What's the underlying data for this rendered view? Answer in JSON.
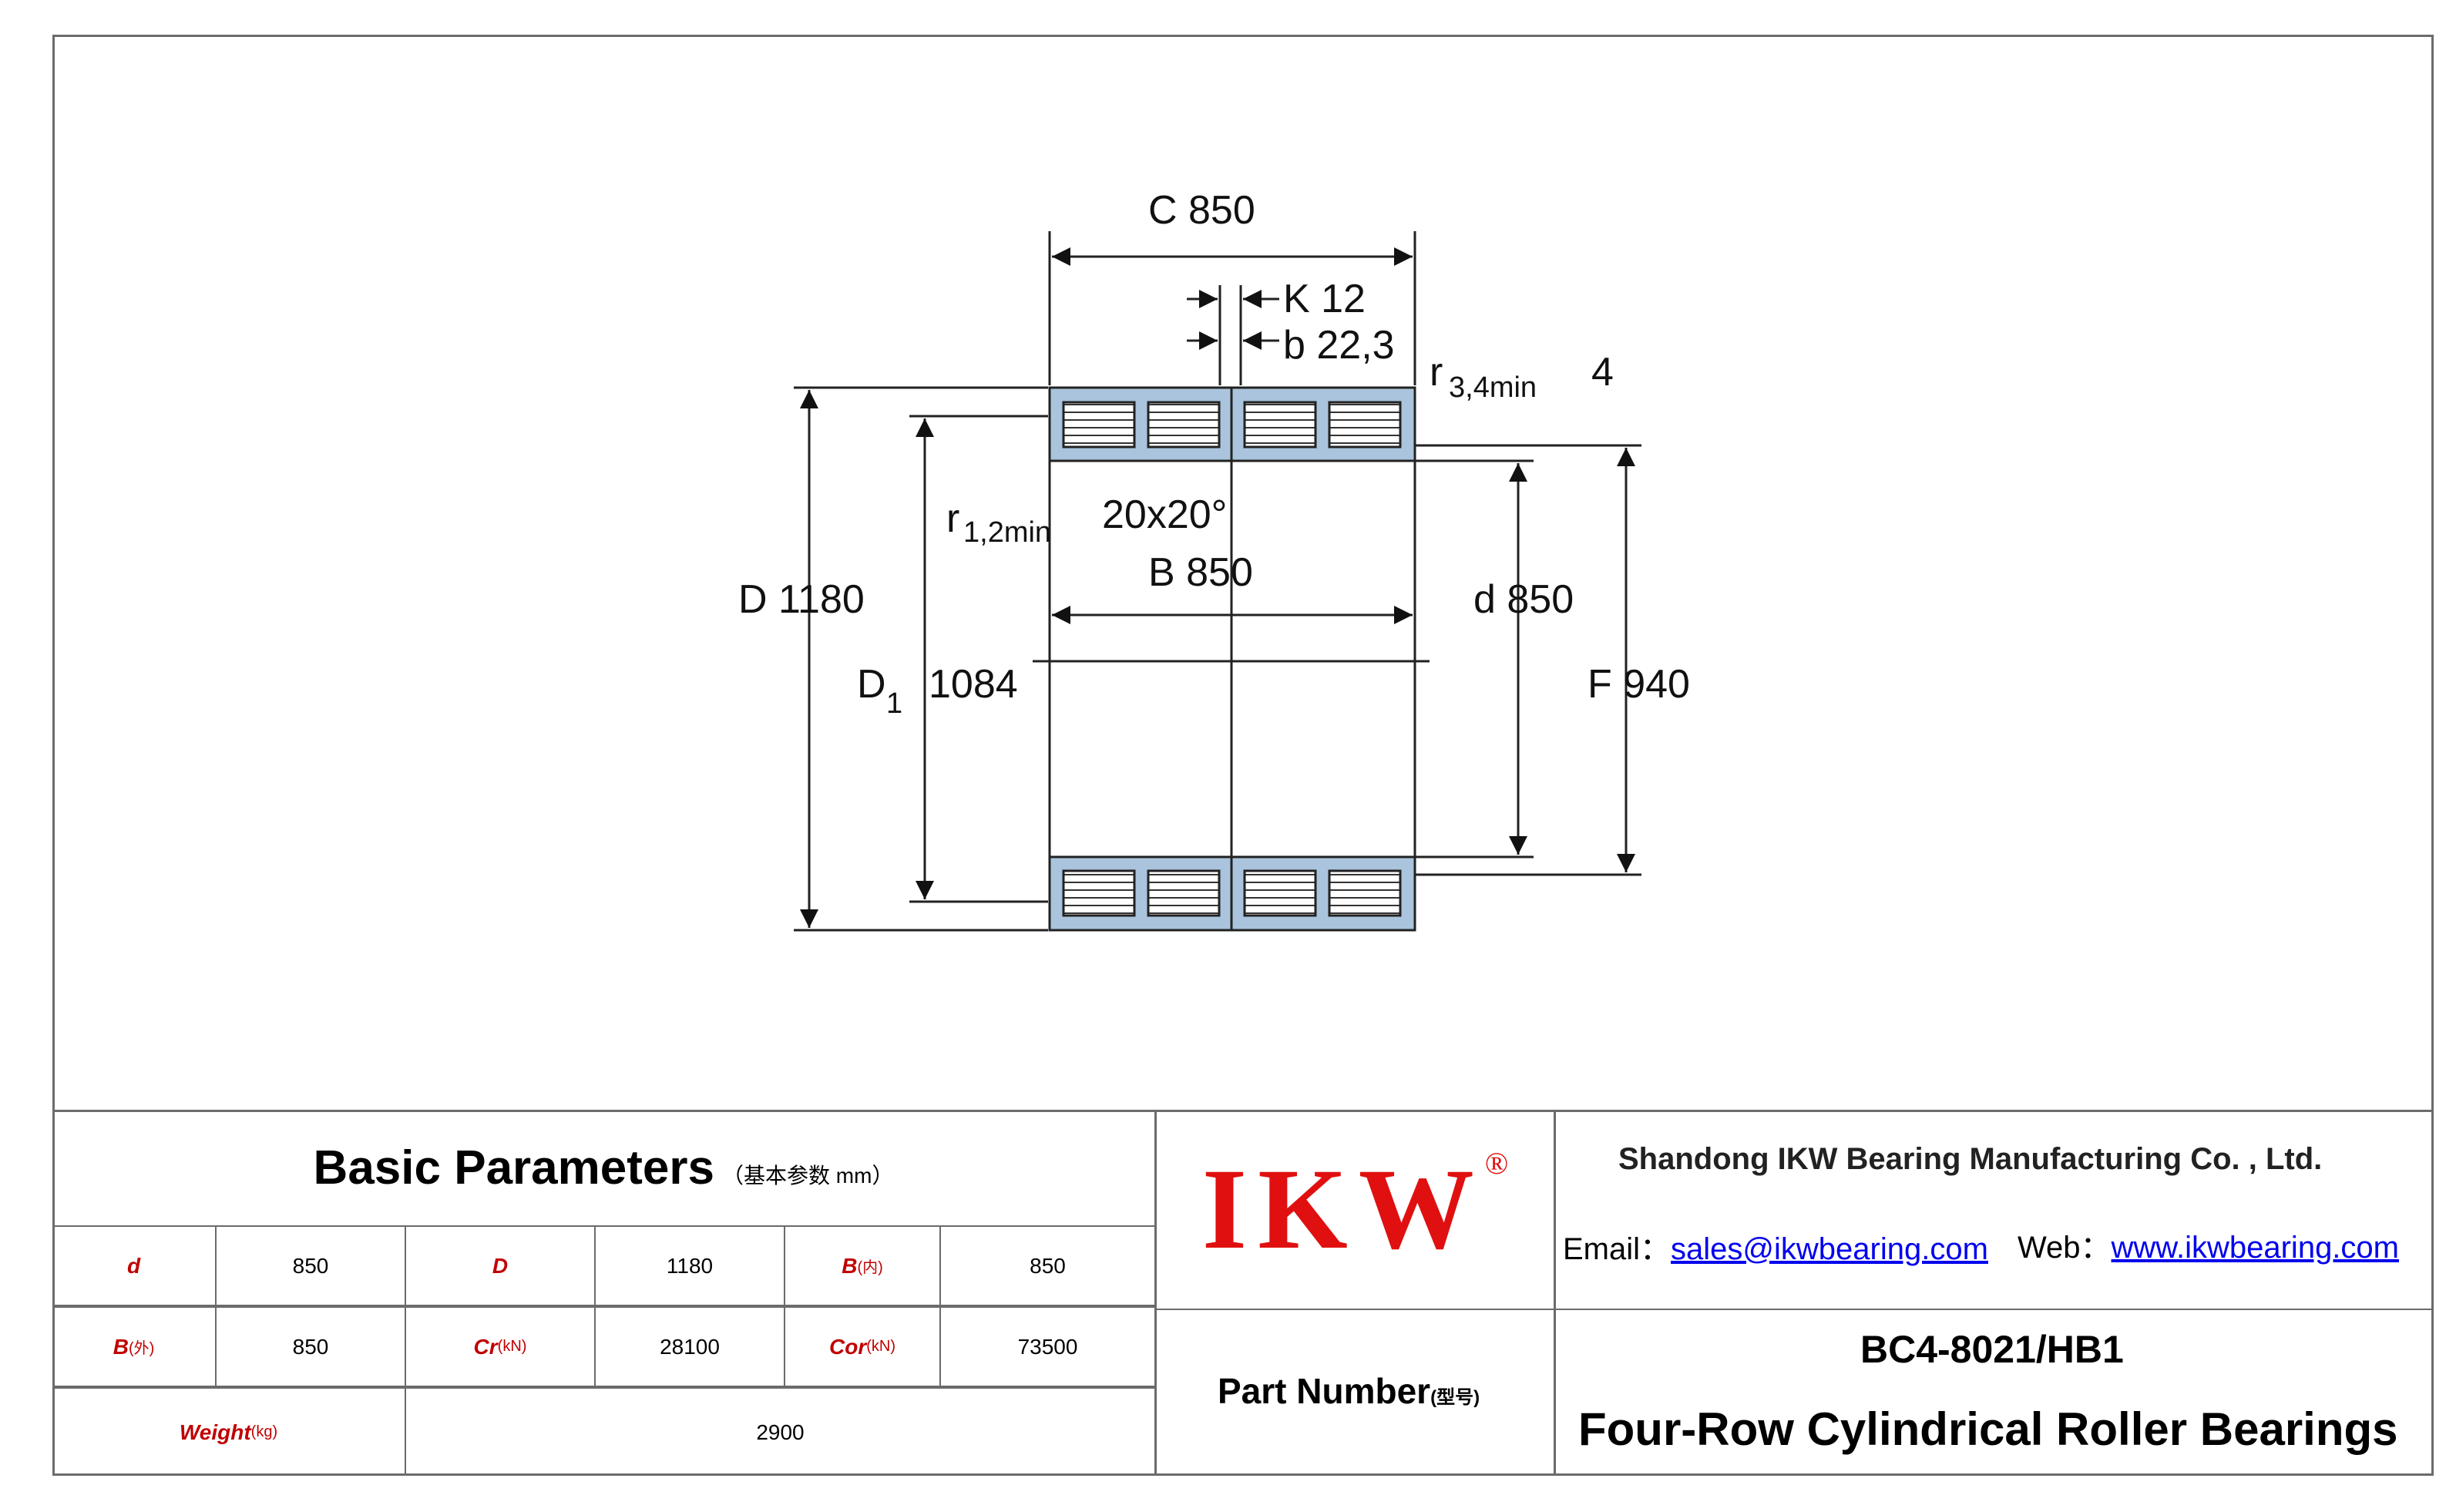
{
  "drawing": {
    "C": "C 850",
    "K": "K 12",
    "b": "b 22,3",
    "r34": "r",
    "r34_sub": "3,4min",
    "r34_val": "4",
    "r12": "r",
    "r12_sub": "1,2min",
    "chamfer": "20x20°",
    "B": "B 850",
    "D": "D 1180",
    "D1": "D",
    "D1_sub": "1",
    "D1_val": "1084",
    "d": "d 850",
    "F": "F 940"
  },
  "params": {
    "title": "Basic Parameters",
    "title_note": "（基本参数 mm）",
    "row1": [
      {
        "label": "d",
        "note": "",
        "value": "850"
      },
      {
        "label": "D",
        "note": "",
        "value": "1180"
      },
      {
        "label": "B",
        "note": "(内)",
        "value": "850"
      }
    ],
    "row2": [
      {
        "label": "B",
        "note": "(外)",
        "value": "850"
      },
      {
        "label": "Cr",
        "note": "(kN)",
        "value": "28100"
      },
      {
        "label": "Cor",
        "note": "(kN)",
        "value": "73500"
      }
    ],
    "weight_label": "Weight",
    "weight_note": "(kg)",
    "weight_value": "2900"
  },
  "brand": {
    "logo": "IKW",
    "logo_reg": "®",
    "company": "Shandong IKW Bearing Manufacturing Co. , Ltd.",
    "email_label": "Email：",
    "email": "sales@ikwbearing.com",
    "web_label": "Web：",
    "web": "www.ikwbearing.com",
    "accent": "#e01010"
  },
  "part": {
    "label": "Part Number",
    "label_note": "(型号)",
    "number": "BC4-8021/HB1",
    "description": "Four-Row Cylindrical Roller Bearings"
  }
}
